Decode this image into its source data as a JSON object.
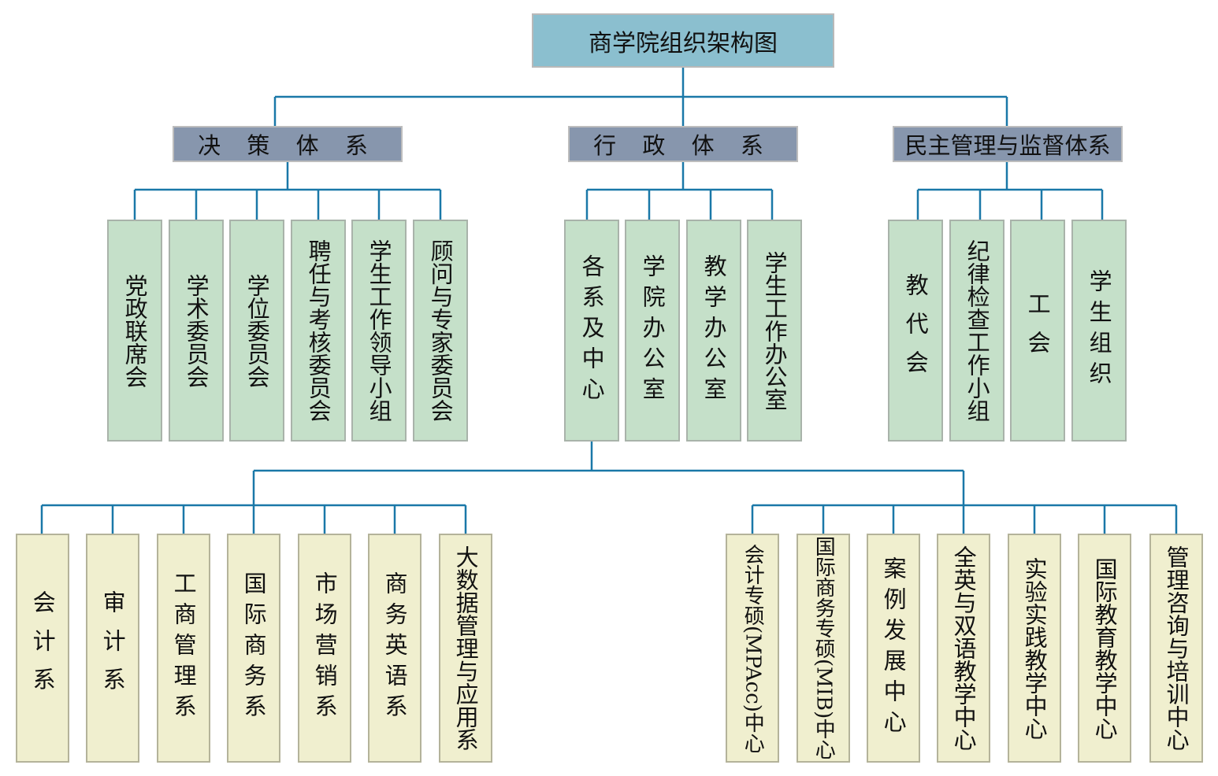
{
  "title": "商学院组织架构图",
  "systems": [
    {
      "label": "决 策 体 系",
      "units": [
        "党政联席会",
        "学术委员会",
        "学位委员会",
        "聘任与考核委员会",
        "学生工作领导小组",
        "顾问与专家委员会"
      ]
    },
    {
      "label": "行 政 体 系",
      "units": [
        "各系及中心",
        "学院办公室",
        "教学办公室",
        "学生工作办公室"
      ]
    },
    {
      "label": "民主管理与监督体系",
      "units": [
        "教代会",
        "纪律检查工作小组",
        "工会",
        "学生组织"
      ]
    }
  ],
  "departments": [
    "会计系",
    "审计系",
    "工商管理系",
    "国际商务系",
    "市场营销系",
    "商务英语系",
    "大数据管理与应用系"
  ],
  "centers": [
    "会计专硕(MPAcc)中心",
    "国际商务专硕(MIB)中心",
    "案例发展中心",
    "全英与双语教学中心",
    "实验实践教学中心",
    "国际教育教学中心",
    "管理咨询与培训中心"
  ],
  "colors": {
    "connector": "#1a78a8",
    "root_fill": "#8bbfcf",
    "system_fill": "#8796ad",
    "unit_fill": "#c5e0c9",
    "department_fill": "#f0efcf"
  }
}
